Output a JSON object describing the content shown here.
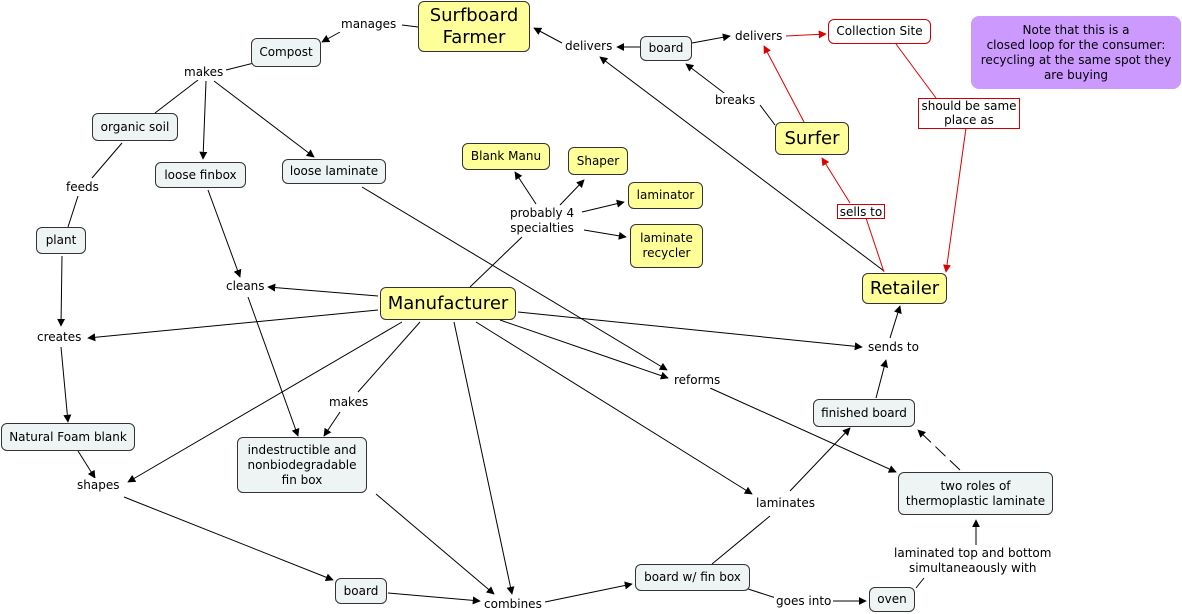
{
  "nodes": {
    "surfboard_farmer": "Surfboard\nFarmer",
    "compost": "Compost",
    "board_top": "board",
    "collection_site": "Collection Site",
    "note": "Note that this is a\nclosed loop for the consumer:\nrecycling at the same spot they\nare buying",
    "organic_soil": "organic soil",
    "surfer": "Surfer",
    "blank_manu": "Blank Manu",
    "shaper": "Shaper",
    "loose_finbox": "loose finbox",
    "loose_laminate": "loose laminate",
    "laminator": "laminator",
    "plant": "plant",
    "laminate_recycler": "laminate\nrecycler",
    "retailer": "Retailer",
    "manufacturer": "Manufacturer",
    "finished_board": "finished board",
    "natural_foam_blank": "Natural Foam blank",
    "fin_box": "indestructible and\nnonbiodegradable\nfin box",
    "two_roles": "two roles of\nthermoplastic laminate",
    "board_bottom": "board",
    "board_fin_box": "board w/ fin box",
    "oven": "oven"
  },
  "links": {
    "manages": "manages",
    "delivers_1": "delivers",
    "delivers_2": "delivers",
    "makes_1": "makes",
    "breaks": "breaks",
    "should_be_same": "should be same\nplace as",
    "feeds": "feeds",
    "sells_to": "sells to",
    "probably_4": "probably 4\nspecialties",
    "cleans": "cleans",
    "creates": "creates",
    "sends_to": "sends to",
    "reforms": "reforms",
    "makes_2": "makes",
    "shapes": "shapes",
    "laminates": "laminates",
    "laminated_top": "laminated top and bottom\nsimultaneaously with",
    "combines": "combines",
    "goes_into": "goes into"
  },
  "colors": {
    "node_fill": "#eef3f4",
    "highlight_fill": "#ffff99",
    "note_fill": "#cc99ff",
    "red": "#dd0000",
    "line": "#000000"
  }
}
